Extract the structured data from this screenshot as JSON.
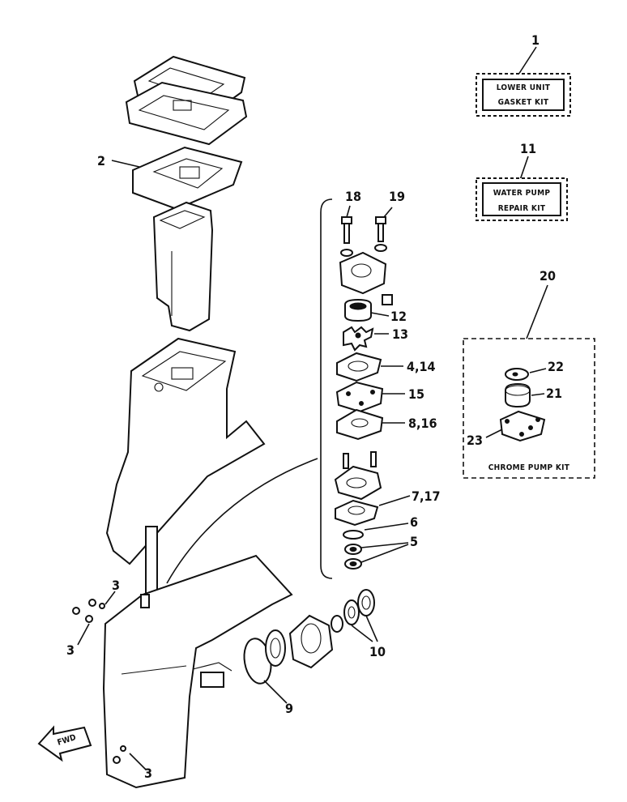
{
  "kits": {
    "gasket": {
      "number": "1",
      "line1": "LOWER UNIT",
      "line2": "GASKET KIT"
    },
    "water_pump": {
      "number": "11",
      "line1": "WATER PUMP",
      "line2": "REPAIR KIT"
    },
    "chrome": {
      "number": "20",
      "label": "CHROME PUMP KIT"
    }
  },
  "callouts": {
    "c2": "2",
    "c3a": "3",
    "c3b": "3",
    "c3c": "3",
    "c18": "18",
    "c19": "19",
    "c12": "12",
    "c13": "13",
    "c4_14": "4,14",
    "c15": "15",
    "c8_16": "8,16",
    "c7_17": "7,17",
    "c6": "6",
    "c5": "5",
    "c9": "9",
    "c10": "10",
    "c22": "22",
    "c21": "21",
    "c23": "23"
  },
  "fwd_label": "FWD"
}
